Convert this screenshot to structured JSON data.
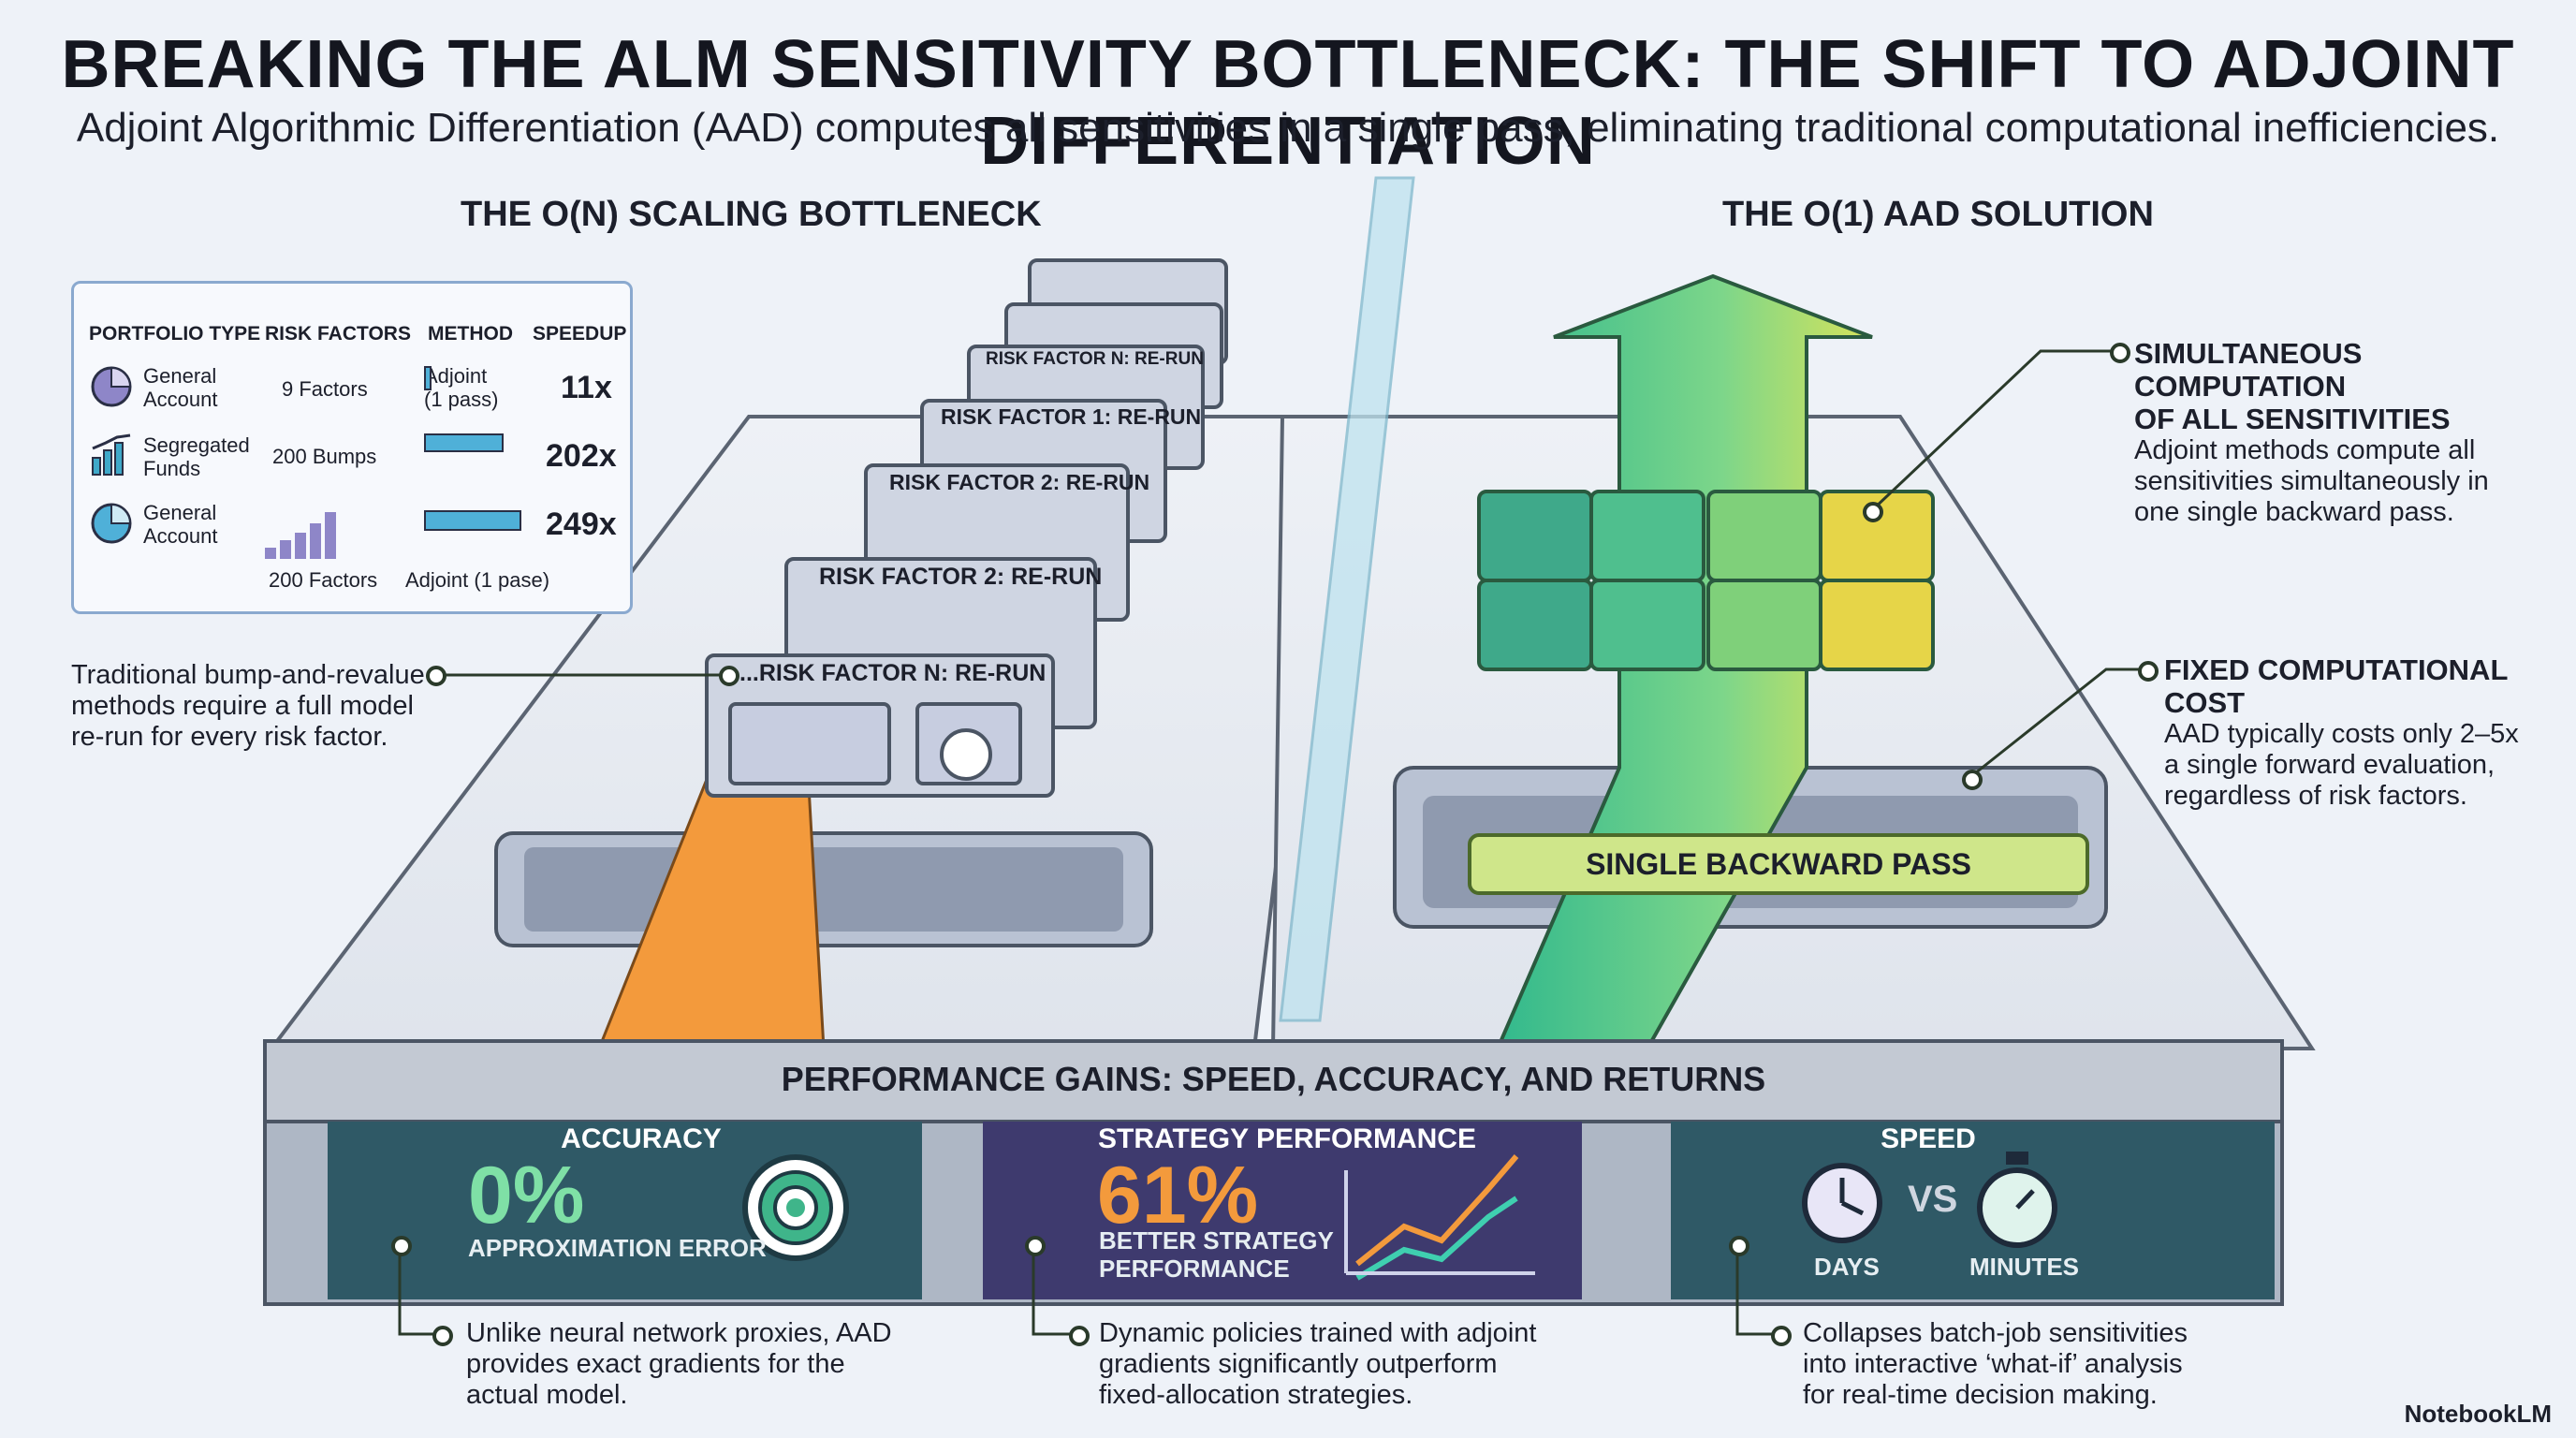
{
  "title": "BREAKING THE ALM SENSITIVITY BOTTLENECK: THE SHIFT TO ADJOINT DIFFERENTIATION",
  "subtitle": "Adjoint Algorithmic Differentiation (AAD) computes all sensitivities in a single pass, eliminating traditional computational inefficiencies.",
  "left": {
    "heading": "THE O(N) SCALING BOTTLENECK",
    "note": [
      "Traditional bump-and-revalue",
      "methods require a full model",
      "re-run for every risk factor."
    ],
    "boxes": [
      "RISK FACTOR N: RE-RUN",
      "RISK FACTOR 1: RE-RUN",
      "RISK FACTOR 2: RE-RUN",
      "RISK FACTOR 2: RE-RUN",
      "...RISK FACTOR N: RE-RUN"
    ]
  },
  "table": {
    "headers": [
      "PORTFOLIO TYPE",
      "RISK FACTORS",
      "METHOD",
      "SPEEDUP"
    ],
    "rows": [
      {
        "portfolio": [
          "General",
          "Account"
        ],
        "factors": "9 Factors",
        "method": [
          "Adjoint",
          "(1 pass)"
        ],
        "speedup": "11x",
        "bar": 0.04
      },
      {
        "portfolio": [
          "Segregated",
          "Funds"
        ],
        "factors": "200 Bumps",
        "method": [],
        "speedup": "202x",
        "bar": 0.81
      },
      {
        "portfolio": [
          "General",
          "Account"
        ],
        "factors": "",
        "method": [],
        "speedup": "249x",
        "bar": 1.0
      }
    ],
    "footer_factors": "200 Factors",
    "footer_method": "Adjoint (1 pase)"
  },
  "right": {
    "heading": "THE O(1) AAD SOLUTION",
    "callout1_title": [
      "SIMULTANEOUS COMPUTATION",
      "OF ALL SENSITIVITIES"
    ],
    "callout1_text": [
      "Adjoint methods compute all",
      "sensitivities simultaneously in",
      "one single backward pass."
    ],
    "callout2_title": "FIXED COMPUTATIONAL COST",
    "callout2_text": [
      "AAD typically costs only 2–5x",
      "a single forward evaluation,",
      "regardless of risk factors."
    ],
    "pass_label": "SINGLE BACKWARD PASS"
  },
  "gains": {
    "heading": "PERFORMANCE GAINS: SPEED, ACCURACY, AND RETURNS",
    "accuracy": {
      "title": "ACCURACY",
      "value": "0%",
      "label": "APPROXIMATION ERROR"
    },
    "strategy": {
      "title": "STRATEGY PERFORMANCE",
      "value": "61%",
      "label": [
        "BETTER STRATEGY",
        "PERFORMANCE"
      ]
    },
    "speed": {
      "title": "SPEED",
      "from": "DAYS",
      "vs": "VS",
      "to": "MINUTES"
    }
  },
  "footnotes": {
    "accuracy": [
      "Unlike neural network proxies, AAD",
      "provides exact gradients for the",
      "actual model."
    ],
    "strategy": [
      "Dynamic policies trained with adjoint",
      "gradients significantly outperform",
      "fixed-allocation strategies."
    ],
    "speed": [
      "Collapses batch-job sensitivities",
      "into interactive ‘what-if’ analysis",
      "for real-time decision making."
    ]
  },
  "brand": "NotebookLM",
  "colors": {
    "orange": "#f39a3c",
    "green": "#3fbf8a",
    "lime": "#c8e05a",
    "teal": "#2f5966",
    "purple": "#3e3a6e",
    "frame": "#a9b3c2"
  }
}
